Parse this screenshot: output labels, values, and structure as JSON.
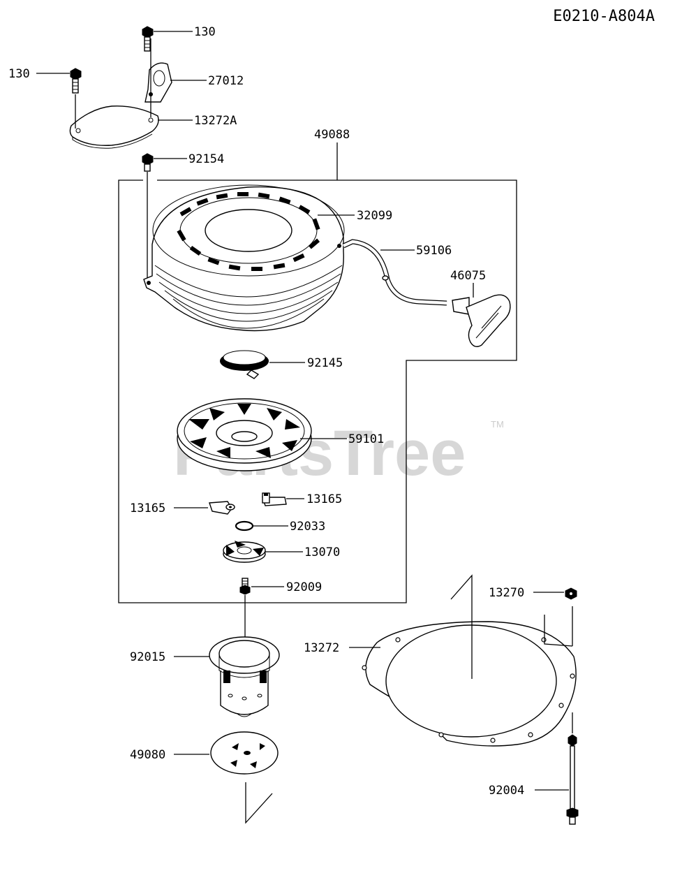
{
  "diagram_code": "E0210-A804A",
  "watermark": {
    "text": "PartsTree",
    "tm": "TM"
  },
  "parts": [
    {
      "id": "p130a",
      "number": "130"
    },
    {
      "id": "p130b",
      "number": "130"
    },
    {
      "id": "p27012",
      "number": "27012"
    },
    {
      "id": "p13272A",
      "number": "13272A"
    },
    {
      "id": "p49088",
      "number": "49088"
    },
    {
      "id": "p92154",
      "number": "92154"
    },
    {
      "id": "p32099",
      "number": "32099"
    },
    {
      "id": "p59106",
      "number": "59106"
    },
    {
      "id": "p46075",
      "number": "46075"
    },
    {
      "id": "p92145",
      "number": "92145"
    },
    {
      "id": "p59101",
      "number": "59101"
    },
    {
      "id": "p13165a",
      "number": "13165"
    },
    {
      "id": "p13165b",
      "number": "13165"
    },
    {
      "id": "p92033",
      "number": "92033"
    },
    {
      "id": "p13070",
      "number": "13070"
    },
    {
      "id": "p92009",
      "number": "92009"
    },
    {
      "id": "p92015",
      "number": "92015"
    },
    {
      "id": "p49080",
      "number": "49080"
    },
    {
      "id": "p13272",
      "number": "13272"
    },
    {
      "id": "p13270",
      "number": "13270"
    },
    {
      "id": "p92004",
      "number": "92004"
    }
  ]
}
